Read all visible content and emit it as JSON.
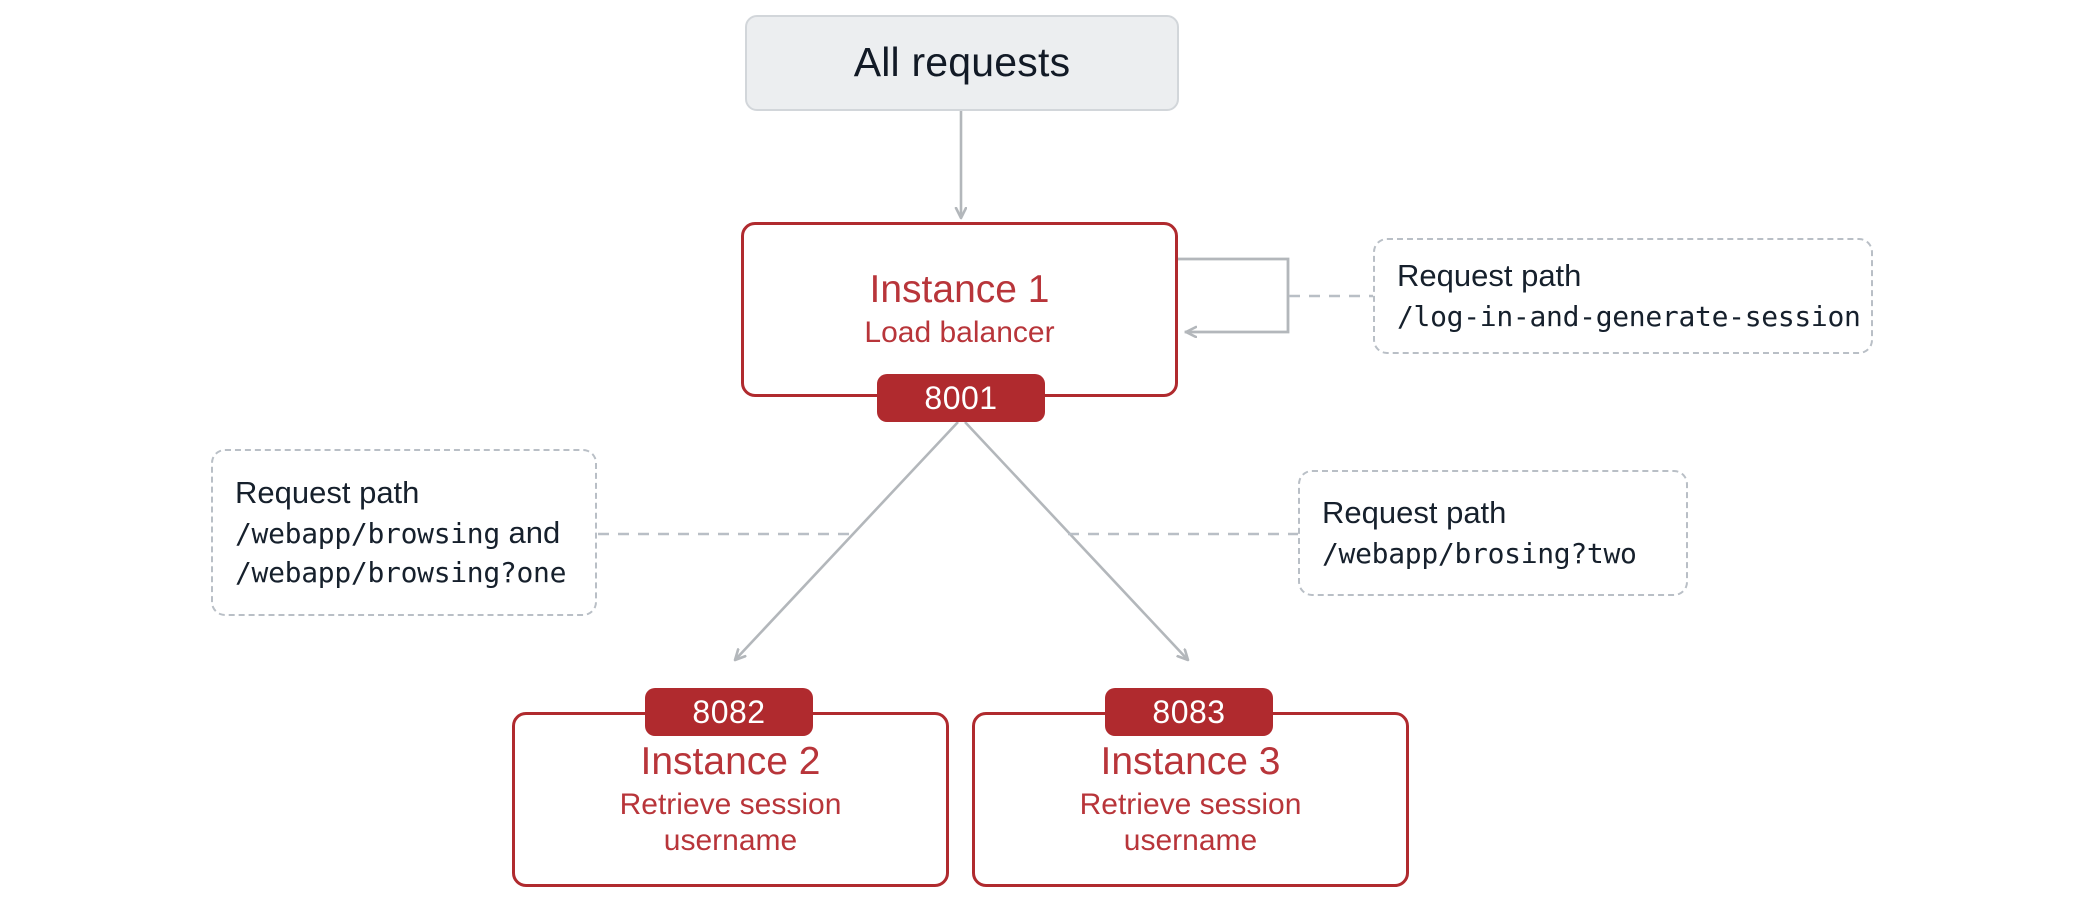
{
  "diagram": {
    "title": "Load balancer session routing diagram",
    "colors": {
      "instance_red": "#b02a2e",
      "instance_text_red": "#b8353a",
      "entry_fill": "#eceef0",
      "entry_border": "#d2d6da",
      "arrow_gray": "#b3b7bb",
      "callout_border": "#b9bfc6",
      "callout_text": "#16202c",
      "badge_text": "#ffffff",
      "background": "#ffffff"
    },
    "entry": {
      "label": "All requests"
    },
    "instances": [
      {
        "id": "instance-1",
        "title": "Instance 1",
        "subtitle": "Load balancer",
        "port": "8001"
      },
      {
        "id": "instance-2",
        "title": "Instance 2",
        "subtitle": "Retrieve session\nusername",
        "subtitle_line1": "Retrieve session",
        "subtitle_line2": "username",
        "port": "8082"
      },
      {
        "id": "instance-3",
        "title": "Instance 3",
        "subtitle": "Retrieve session\nusername",
        "subtitle_line1": "Retrieve session",
        "subtitle_line2": "username",
        "port": "8083"
      }
    ],
    "callouts": [
      {
        "id": "callout-loopback",
        "heading": "Request path",
        "path_1": "/log-in-and-generate-session",
        "conjunction": "",
        "path_2": ""
      },
      {
        "id": "callout-instance-2",
        "heading": "Request path",
        "path_1": "/webapp/browsing",
        "conjunction": " and",
        "path_2": "/webapp/browsing?one"
      },
      {
        "id": "callout-instance-3",
        "heading": "Request path",
        "path_1": "/webapp/brosing?two",
        "conjunction": "",
        "path_2": ""
      }
    ]
  }
}
